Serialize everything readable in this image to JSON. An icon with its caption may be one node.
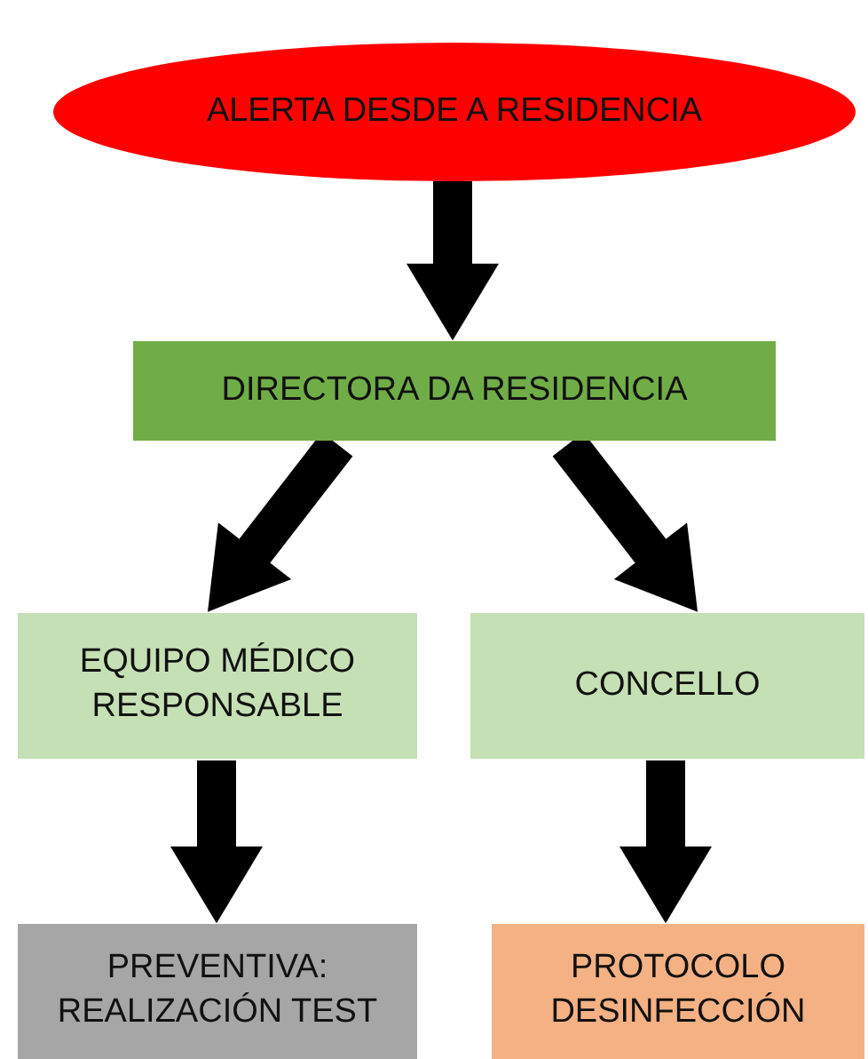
{
  "diagram": {
    "nodes": [
      {
        "text": [
          "ALERTA DESDE A RESIDENCIA"
        ]
      },
      {
        "text": [
          "DIRECTORA DA RESIDENCIA"
        ]
      },
      {
        "text": [
          "EQUIPO MÉDICO RESPONSABLE"
        ]
      },
      {
        "text": [
          "CONCELLO"
        ]
      },
      {
        "text": [
          "PREVENTIVA: REALIZACIÓN TEST"
        ]
      },
      {
        "text": [
          "PROTOCOLO DESINFECCIÓN"
        ]
      }
    ],
    "edges": [
      {
        "from": 0,
        "to": 1,
        "arrow": "to"
      },
      {
        "from": 1,
        "to": 2,
        "arrow": "to"
      },
      {
        "from": 1,
        "to": 3,
        "arrow": "to"
      },
      {
        "from": 2,
        "to": 4,
        "arrow": "to"
      },
      {
        "from": 3,
        "to": 5,
        "arrow": "to"
      }
    ]
  }
}
